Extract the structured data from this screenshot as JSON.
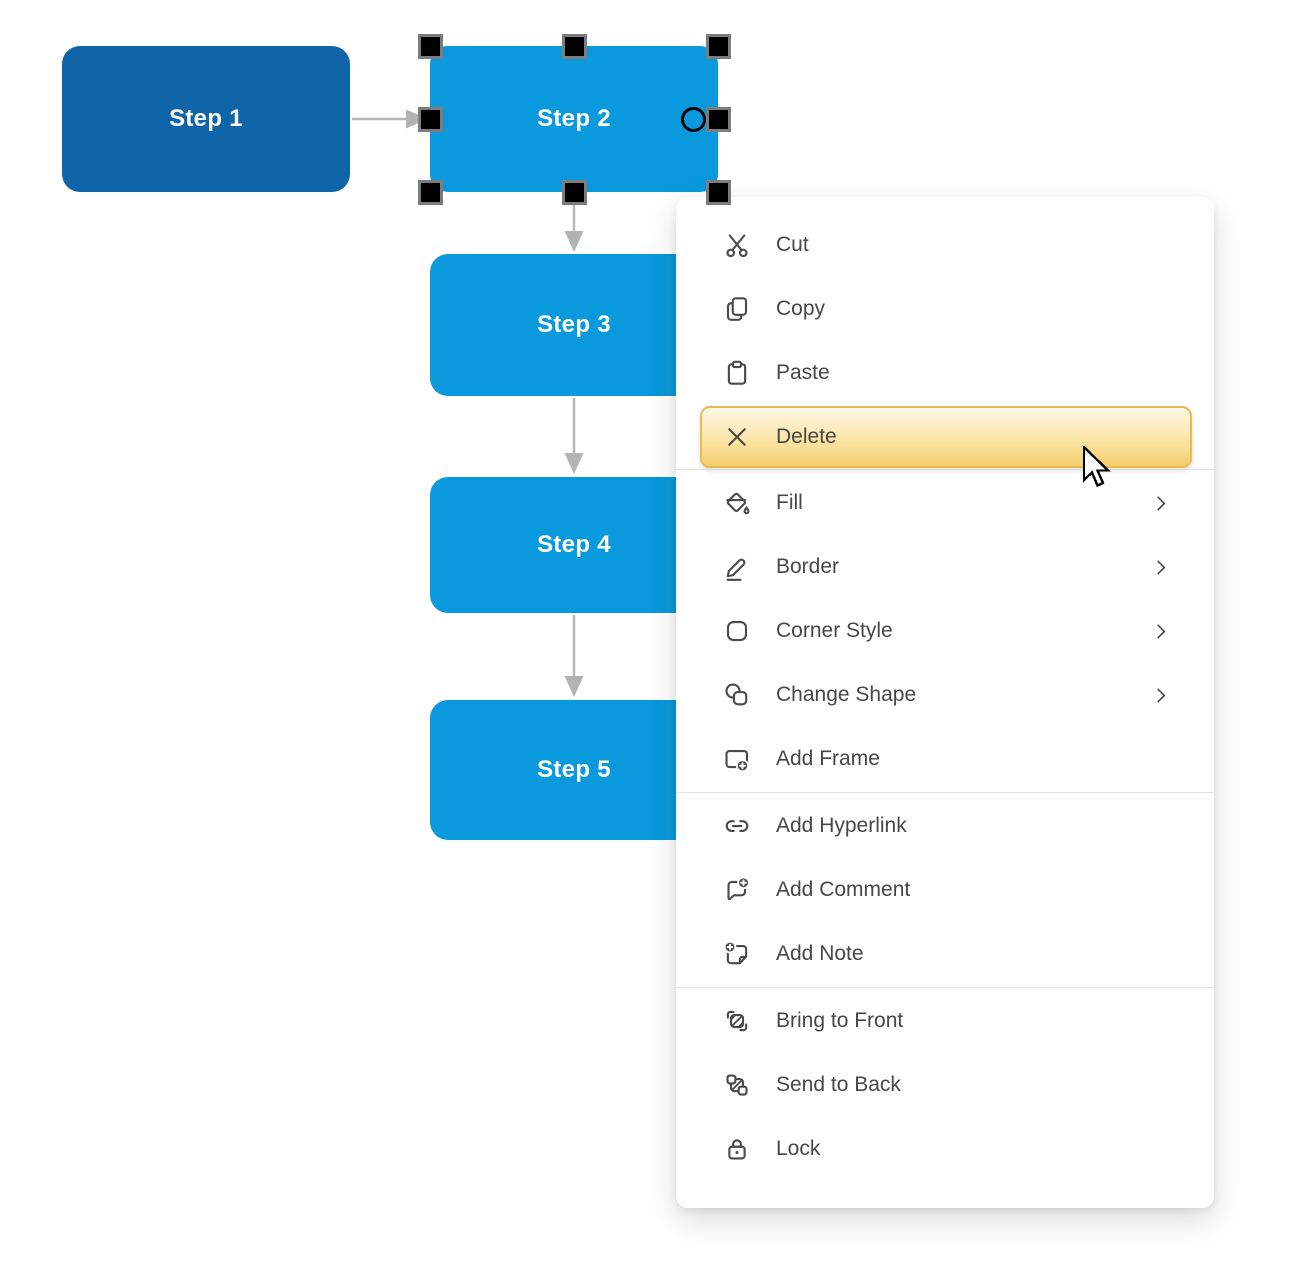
{
  "canvas": {
    "shapes": [
      {
        "label": "Step 1",
        "fill": "#1065A9",
        "selected": false
      },
      {
        "label": "Step 2",
        "fill": "#0999DC",
        "selected": true
      },
      {
        "label": "Step 3",
        "fill": "#0999DC",
        "selected": false
      },
      {
        "label": "Step 4",
        "fill": "#0999DC",
        "selected": false
      },
      {
        "label": "Step 5",
        "fill": "#0999DC",
        "selected": false
      }
    ],
    "connectors": [
      "Step 1 → Step 2",
      "Step 2 → Step 3",
      "Step 3 → Step 4",
      "Step 4 → Step 5"
    ],
    "arrow_color": "#B3B3B3",
    "selection": {
      "handle_fill": "#000000",
      "handle_border": "#7C7C7C"
    }
  },
  "context_menu": {
    "items": [
      {
        "label": "Cut",
        "icon": "scissors-icon",
        "submenu": false,
        "highlighted": false
      },
      {
        "label": "Copy",
        "icon": "copy-icon",
        "submenu": false,
        "highlighted": false
      },
      {
        "label": "Paste",
        "icon": "clipboard-icon",
        "submenu": false,
        "highlighted": false
      },
      {
        "label": "Delete",
        "icon": "delete-x-icon",
        "submenu": false,
        "highlighted": true
      },
      {
        "label": "Fill",
        "icon": "paint-bucket-icon",
        "submenu": true,
        "highlighted": false
      },
      {
        "label": "Border",
        "icon": "pen-icon",
        "submenu": true,
        "highlighted": false
      },
      {
        "label": "Corner Style",
        "icon": "rounded-square-icon",
        "submenu": true,
        "highlighted": false
      },
      {
        "label": "Change Shape",
        "icon": "change-shape-icon",
        "submenu": true,
        "highlighted": false
      },
      {
        "label": "Add Frame",
        "icon": "add-frame-icon",
        "submenu": false,
        "highlighted": false
      },
      {
        "label": "Add Hyperlink",
        "icon": "hyperlink-icon",
        "submenu": false,
        "highlighted": false
      },
      {
        "label": "Add Comment",
        "icon": "add-comment-icon",
        "submenu": false,
        "highlighted": false
      },
      {
        "label": "Add Note",
        "icon": "add-note-icon",
        "submenu": false,
        "highlighted": false
      },
      {
        "label": "Bring to Front",
        "icon": "bring-to-front-icon",
        "submenu": false,
        "highlighted": false
      },
      {
        "label": "Send to Back",
        "icon": "send-to-back-icon",
        "submenu": false,
        "highlighted": false
      },
      {
        "label": "Lock",
        "icon": "lock-icon",
        "submenu": false,
        "highlighted": false
      }
    ],
    "highlight_colors": {
      "border": "#EBBB50",
      "gradient_top": "#FEF7E6",
      "gradient_bottom": "#F5CD6C"
    },
    "text_color": "#474747"
  }
}
